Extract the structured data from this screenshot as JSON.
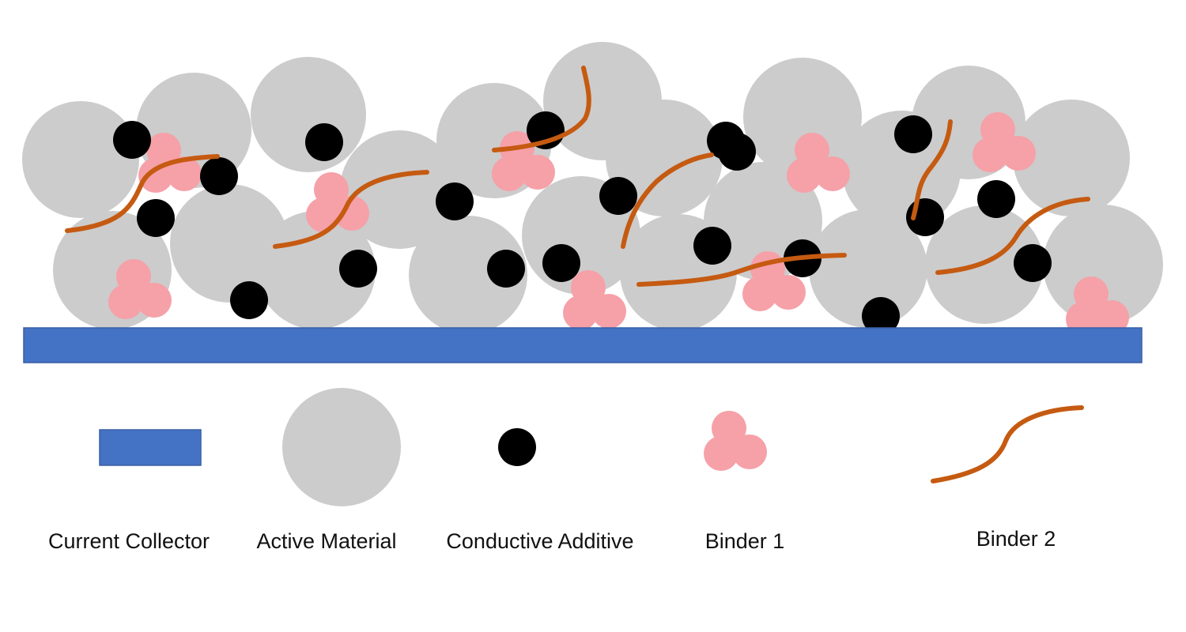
{
  "colors": {
    "current_collector": "#4472C4",
    "active_material": "#CCCCCC",
    "conductive_additive": "#000000",
    "binder_1": "#F6A0A8",
    "binder_2": "#C55A11"
  },
  "icons": {
    "current_collector": "blue-rectangle",
    "active_material": "gray-circle",
    "conductive_additive": "black-dot",
    "binder_1": "pink-particle-cluster",
    "binder_2": "orange-fiber-curve"
  },
  "legend": {
    "current_collector": "Current Collector",
    "active_material": "Active Material",
    "conductive_additive": "Conductive Additive",
    "binder_1": "Binder 1",
    "binder_2": "Binder 2"
  }
}
